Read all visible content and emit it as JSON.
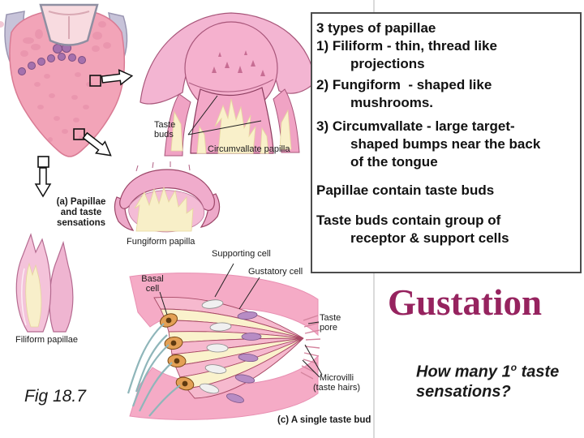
{
  "heading": {
    "title": "Gustation",
    "color": "#96235f"
  },
  "question": {
    "line1_pre": "How many 1",
    "sup": "o",
    "line1_post": " taste",
    "line2": "sensations?"
  },
  "figure": {
    "fig_label": "Fig 18.7",
    "panel_a_label": "(a) Papillae\nand taste\nsensations",
    "labels": {
      "taste_buds": "Taste\nbuds",
      "circumvallate_caption": "Circumvallate papilla",
      "fungiform_caption": "Fungiform papilla",
      "filiform_caption": "Filiform papillae",
      "supporting_cell": "Supporting cell",
      "gustatory_cell": "Gustatory cell",
      "basal_cell": "Basal\ncell",
      "taste_pore": "Taste\npore",
      "microvilli": "Microvilli\n(taste hairs)",
      "single_taste_bud_caption": "(c) A single taste bud"
    }
  },
  "textbox": {
    "lines": [
      {
        "text": "3 types of papillae"
      },
      {
        "text": "1) Filiform - thin, thread like"
      },
      {
        "text": "projections"
      },
      {
        "text": "2) Fungiform  - shaped like"
      },
      {
        "text": "mushrooms."
      },
      {
        "text": "3) Circumvallate - large target-"
      },
      {
        "text": "shaped bumps near the back"
      },
      {
        "text": "of the tongue"
      },
      {
        "text": "Papillae contain taste buds"
      },
      {
        "text": "Taste buds contain group of"
      },
      {
        "text": "receptor & support cells"
      }
    ]
  },
  "colors": {
    "title": "#96235f",
    "text": "#111111",
    "box_border": "#4d4d4d",
    "divider": "#b4b4b4",
    "tongue_pink": "#f2a4b8",
    "tissue_pink": "#f5abc6",
    "cream": "#f8efc9",
    "basal_brown": "#e3a055",
    "nerve_teal": "#8fb6ba",
    "papillae_purple": "#a571ad"
  }
}
